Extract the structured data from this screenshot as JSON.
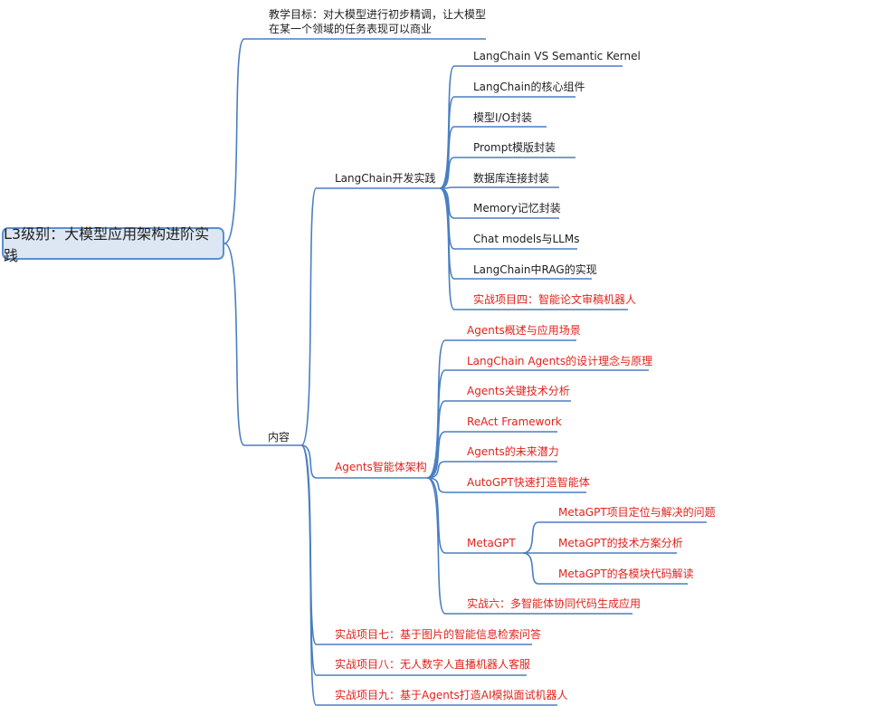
{
  "root": {
    "label": "L3级别：大模型应用架构进阶实践"
  },
  "colors": {
    "line": "#4a7fc1",
    "red_text": "#e0231c",
    "root_fill": "#dde7f3",
    "root_border": "#5b8fd0"
  },
  "goal": {
    "label": "教学目标：对大模型进行初步精调，让大模型在某一个领域的任务表现可以商业"
  },
  "content": {
    "label": "内容",
    "langchain": {
      "label": "LangChain开发实践",
      "items": [
        "LangChain VS Semantic Kernel",
        "LangChain的核心组件",
        "模型I/O封装",
        "Prompt模版封装",
        "数据库连接封装",
        "Memory记忆封装",
        "Chat models与LLMs",
        "LangChain中RAG的实现",
        "实战项目四：智能论文审稿机器人"
      ]
    },
    "agents": {
      "label": "Agents智能体架构",
      "items": [
        "Agents概述与应用场景",
        "LangChain Agents的设计理念与原理",
        "Agents关键技术分析",
        "ReAct Framework",
        "Agents的未来潜力",
        "AutoGPT快速打造智能体"
      ],
      "metagpt": {
        "label": "MetaGPT",
        "items": [
          "MetaGPT项目定位与解决的问题",
          "MetaGPT的技术方案分析",
          "MetaGPT的各模块代码解读"
        ]
      },
      "last": "实战六：多智能体协同代码生成应用"
    },
    "projects": [
      "实战项目七：基于图片的智能信息检索问答",
      "实战项目八：无人数字人直播机器人客服",
      "实战项目九：基于Agents打造AI模拟面试机器人"
    ]
  }
}
